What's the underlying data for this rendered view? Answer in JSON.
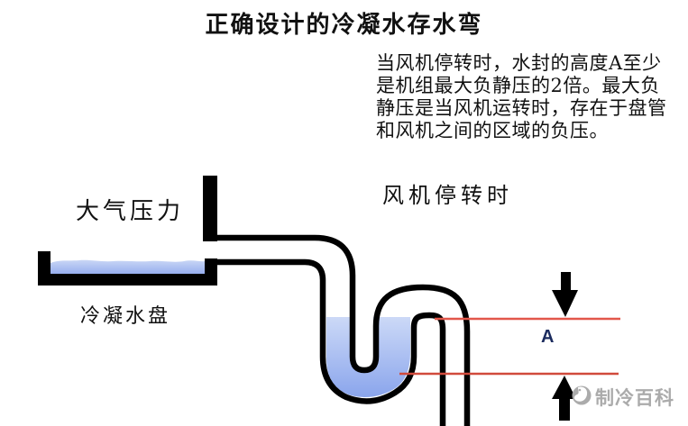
{
  "title": "正确设计的冷凝水存水弯",
  "description": {
    "lines": [
      "当风机停转时，水封的高度A至少",
      "是机组最大负静压的2倍。最大负",
      "静压是当风机运转时，存在于盘管",
      "和风机之间的区域的负压。"
    ]
  },
  "labels": {
    "fan_stopped": "风机停转时",
    "atmospheric_pressure": "大气压力",
    "condensate_pan": "冷凝水盘",
    "seal_height": "A"
  },
  "watermark": {
    "text": "制冷百科"
  },
  "colors": {
    "ink": "#000000",
    "water_top": "#ccd9f7",
    "water_bottom": "#8aa5ec",
    "pan_water_top": "#c9d6f5",
    "pan_water_bottom": "#93abee",
    "red_line_upper": "#e2574a",
    "red_line_lower": "#d14a3c",
    "label_a": "#1b2b5e",
    "watermark_gray": "#ababab"
  }
}
